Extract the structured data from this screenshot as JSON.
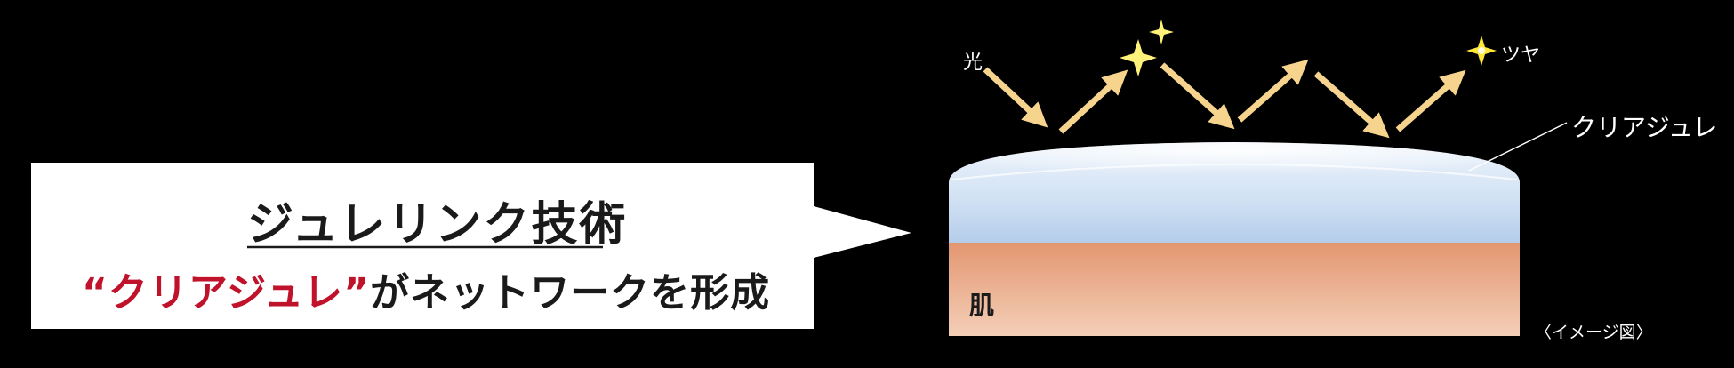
{
  "callout": {
    "title": "ジュレリンク技術",
    "subtitle_quote_open": "“",
    "subtitle_highlight": "クリアジュレ",
    "subtitle_quote_close": "”",
    "subtitle_rest": "がネットワークを形成"
  },
  "diagram": {
    "light_label": "光",
    "gloss_label": "ツヤ",
    "jelly_label": "クリアジュレ",
    "skin_label": "肌",
    "image_note": "〈イメージ図〉"
  },
  "colors": {
    "background": "#000000",
    "accent_red": "#c0122b",
    "arrow": "#f7d48e",
    "sparkle": "#ffe838",
    "jelly_top": "#e8f0fa",
    "jelly_bottom": "#b9d2ec",
    "skin_top": "#e59a78",
    "skin_bottom": "#f3ccb4"
  }
}
